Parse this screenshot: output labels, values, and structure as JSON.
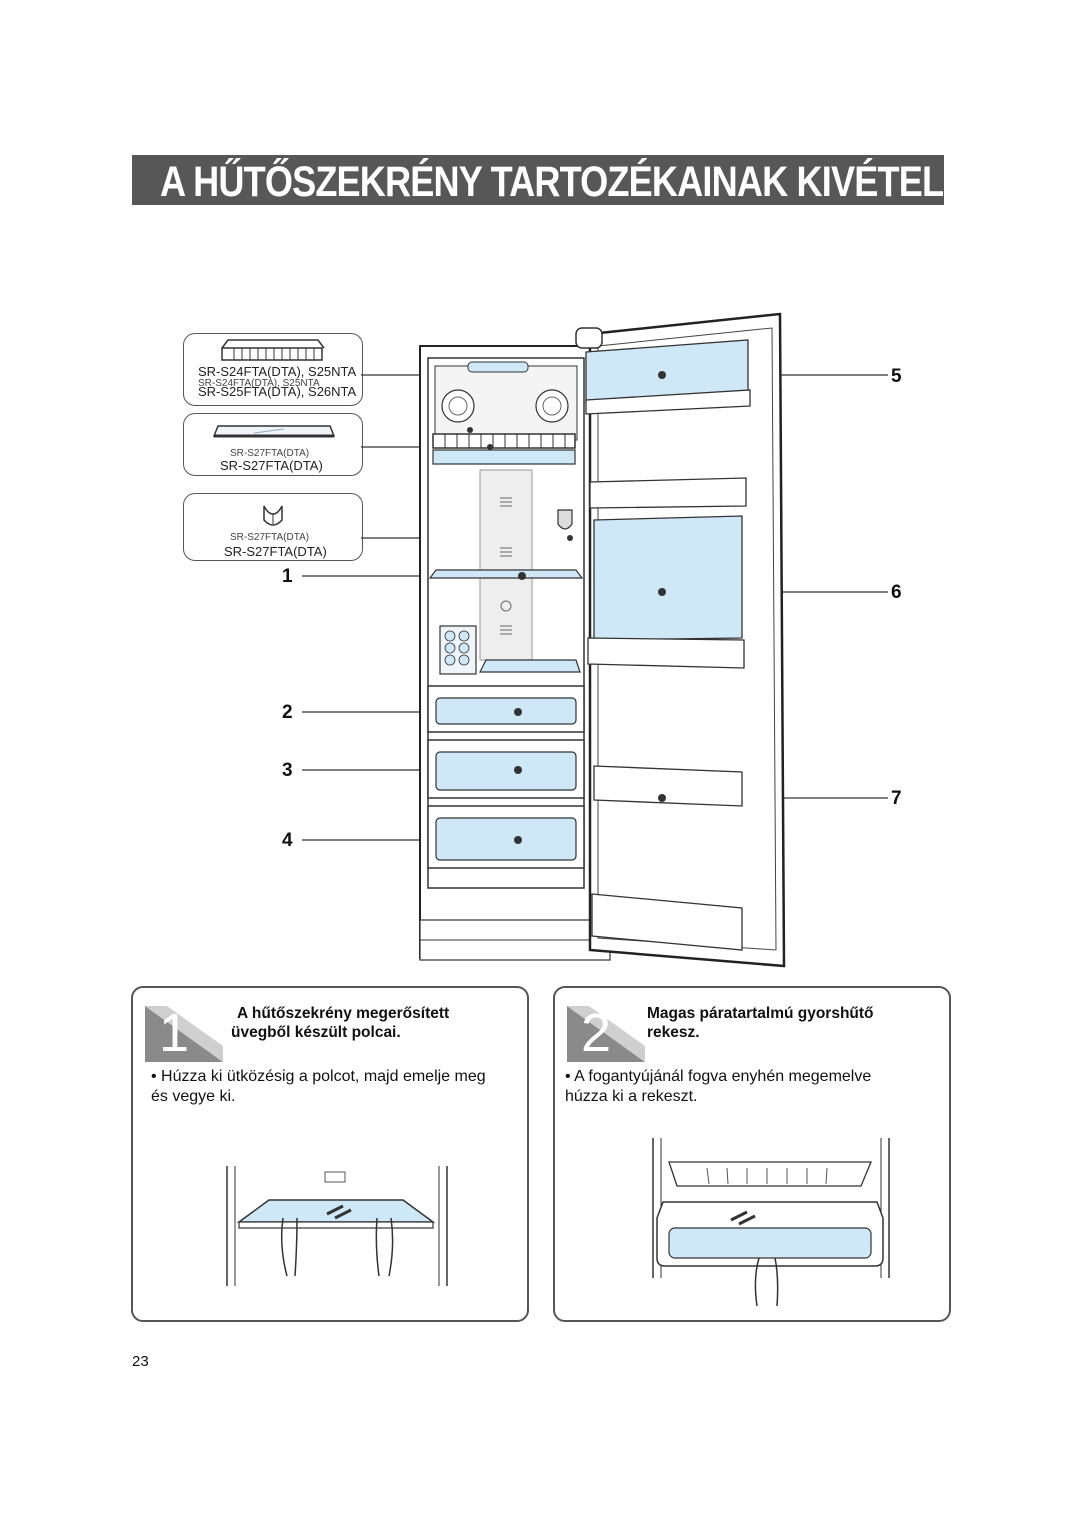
{
  "title": "A HŰTŐSZEKRÉNY TARTOZÉKAINAK KIVÉTELE",
  "callouts": [
    {
      "model_primary": "SR-S24FTA(DTA), S25NTA",
      "model_secondary": "SR-S25FTA(DTA), S26NTA"
    },
    {
      "model_primary": "SR-S27FTA(DTA)",
      "model_secondary": "SR-S27FTA(DTA)"
    },
    {
      "model_primary": "SR-S27FTA(DTA)",
      "model_secondary": "SR-S27FTA(DTA)"
    }
  ],
  "labels": [
    "1",
    "2",
    "3",
    "4",
    "5",
    "6",
    "7"
  ],
  "steps": [
    {
      "number": "1",
      "title_line1": "A hűtőszekrény megerősített",
      "title_line2": "üvegből készült polcai.",
      "text": "• Húzza ki ütközésig a polcot, majd emelje meg és vegye ki."
    },
    {
      "number": "2",
      "title_line1": "Magas páratartalmú gyorshűtő",
      "title_line2": "rekesz.",
      "text": "• A fogantyújánál fogva enyhén megemelve húzza ki a rekeszt."
    }
  ],
  "page_number": "23",
  "colors": {
    "title_bar": "#575757",
    "glass": "#cfe8f8",
    "step_badge": "#8a8a8a"
  }
}
